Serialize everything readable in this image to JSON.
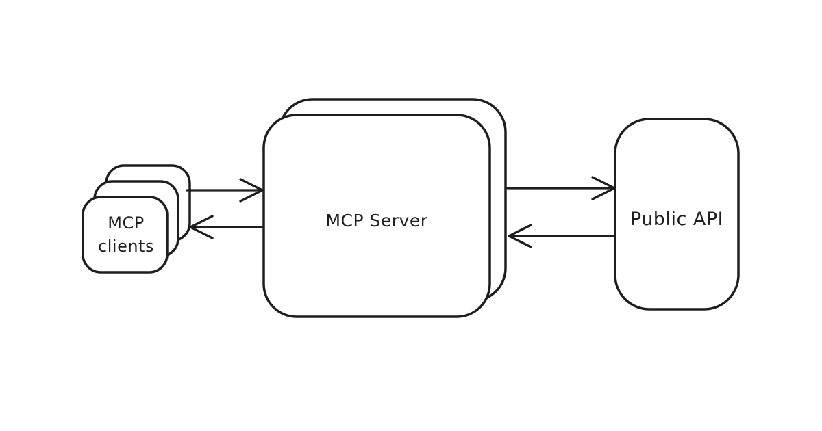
{
  "diagram": {
    "background_color": "#ffffff",
    "stroke_color": "#1e1e1e",
    "shape_fill_color": "#ffffff",
    "style": "hand-drawn",
    "nodes": {
      "clients": {
        "label": "MCP clients",
        "lines": [
          "MCP",
          "clients"
        ],
        "shape": "rounded-rectangle",
        "stack_count": 3
      },
      "server": {
        "label": "MCP Server",
        "shape": "rounded-rectangle",
        "stack_count": 2
      },
      "api": {
        "label": "Public API",
        "shape": "rounded-rectangle",
        "stack_count": 1
      }
    },
    "edges": [
      {
        "from": "MCP clients",
        "to": "MCP Server",
        "direction": "right",
        "arrowhead": "open-chevron"
      },
      {
        "from": "MCP Server",
        "to": "MCP clients",
        "direction": "left",
        "arrowhead": "open-chevron"
      },
      {
        "from": "MCP Server",
        "to": "Public API",
        "direction": "right",
        "arrowhead": "open-chevron"
      },
      {
        "from": "Public API",
        "to": "MCP Server",
        "direction": "left",
        "arrowhead": "open-chevron"
      }
    ]
  }
}
